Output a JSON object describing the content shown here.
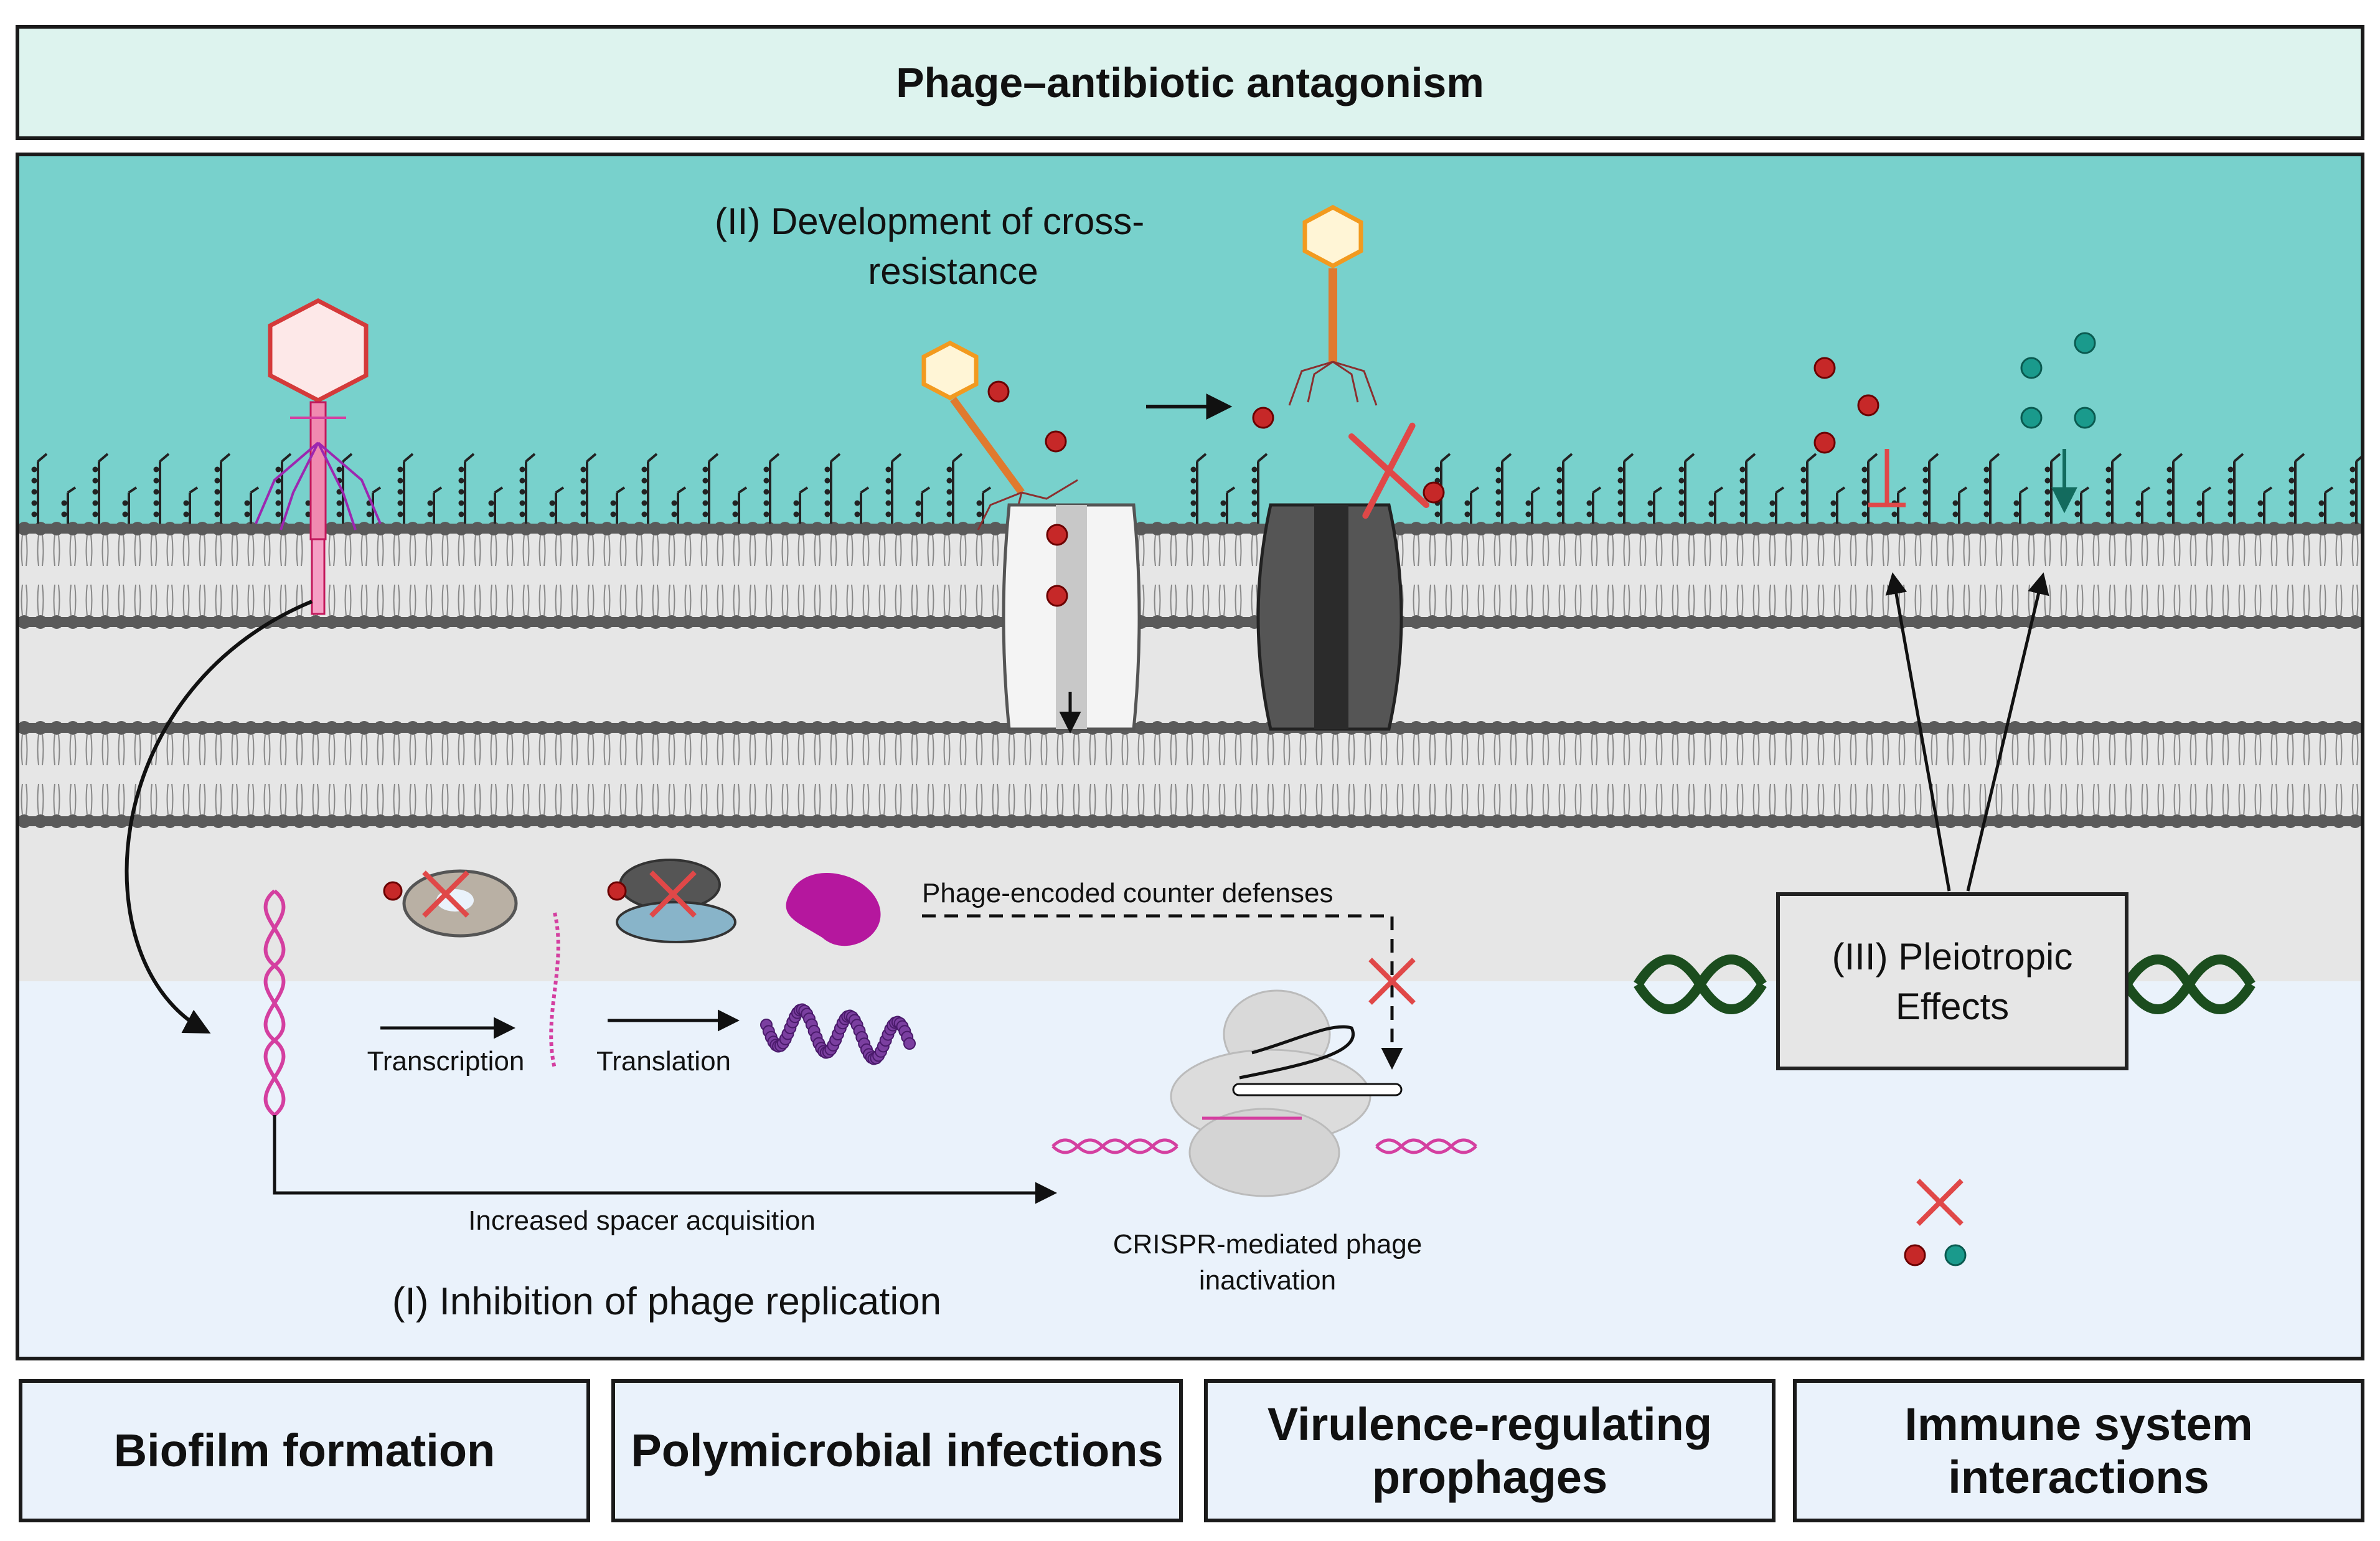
{
  "title": "Phage–antibiotic antagonism",
  "labels": {
    "cross_resistance_line1": "(II) Development of cross-",
    "cross_resistance_line2": "resistance",
    "counter_defenses": "Phage-encoded counter defenses",
    "transcription": "Transcription",
    "translation": "Translation",
    "spacer_acquisition": "Increased spacer acquisition",
    "crispr_line1": "CRISPR-mediated phage",
    "crispr_line2": "inactivation",
    "inhibition": "(I) Inhibition of phage replication",
    "pleiotropic_line1": "(III) Pleiotropic",
    "pleiotropic_line2": "Effects"
  },
  "bottom_boxes": [
    {
      "line1": "Biofilm formation",
      "line2": ""
    },
    {
      "line1": "Polymicrobial infections",
      "line2": ""
    },
    {
      "line1": "Virulence-regulating",
      "line2": "prophages"
    },
    {
      "line1": "Immune system",
      "line2": "interactions"
    }
  ],
  "colors": {
    "extracellular": "#78d1cc",
    "cytoplasm": "#eaf2fb",
    "membrane_band": "#e6e6e6",
    "antibiotic": "#c62828",
    "teal_molecule": "#1a9a8c",
    "inhibit_cross": "#e04848",
    "dna_phage": "#d43fa0",
    "dna_host": "#1b4d1e"
  }
}
